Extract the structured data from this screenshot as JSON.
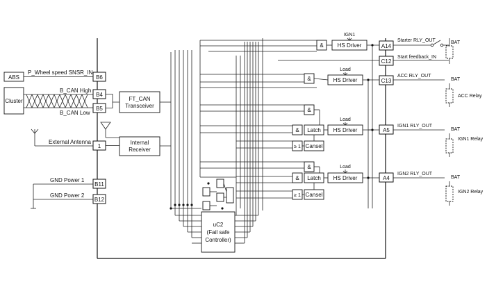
{
  "left": {
    "abs": "ABS",
    "cluster": "Cluster",
    "wheel_signal": "P_Wheel speed SNSR_IN",
    "can_high": "B_CAN High",
    "can_low": "B_CAN Low",
    "external_antenna": "External Antenna",
    "gnd_power_1": "GND Power 1",
    "gnd_power_2": "GND Power 2"
  },
  "pins_left": {
    "b6": "B6",
    "b4": "B4",
    "b5": "B5",
    "p1": "1",
    "b11": "B11",
    "b12": "B12"
  },
  "pins_right": {
    "a14": "A14",
    "c12": "C12",
    "c13": "C13",
    "a5": "A5",
    "a4": "A4"
  },
  "blocks": {
    "ft_can_line1": "FT_CAN",
    "ft_can_line2": "Transceiver",
    "rx_line1": "Internal",
    "rx_line2": "Receiver",
    "uc2_line1": "uC2",
    "uc2_line2": "(Fail safe",
    "uc2_line3": "Controller)",
    "hs_driver": "HS Driver",
    "latch": "Latch",
    "cansel": "Cansel",
    "and_gate": "&",
    "or_gate": "≥ 1",
    "ign1_input": "IGN1",
    "load_input": "Load"
  },
  "right": {
    "starter_out": "Starter RLY_OUT",
    "start_feedback": "Start feedback_IN",
    "acc_out": "ACC RLY_OUT",
    "ign1_out": "IGN1 RLY_OUT",
    "ign2_out": "IGN2 RLY_OUT",
    "bat": "BAT",
    "acc_relay": "ACC Relay",
    "ign1_relay": "IGN1 Relay",
    "ign2_relay": "IGN2 Relay"
  }
}
